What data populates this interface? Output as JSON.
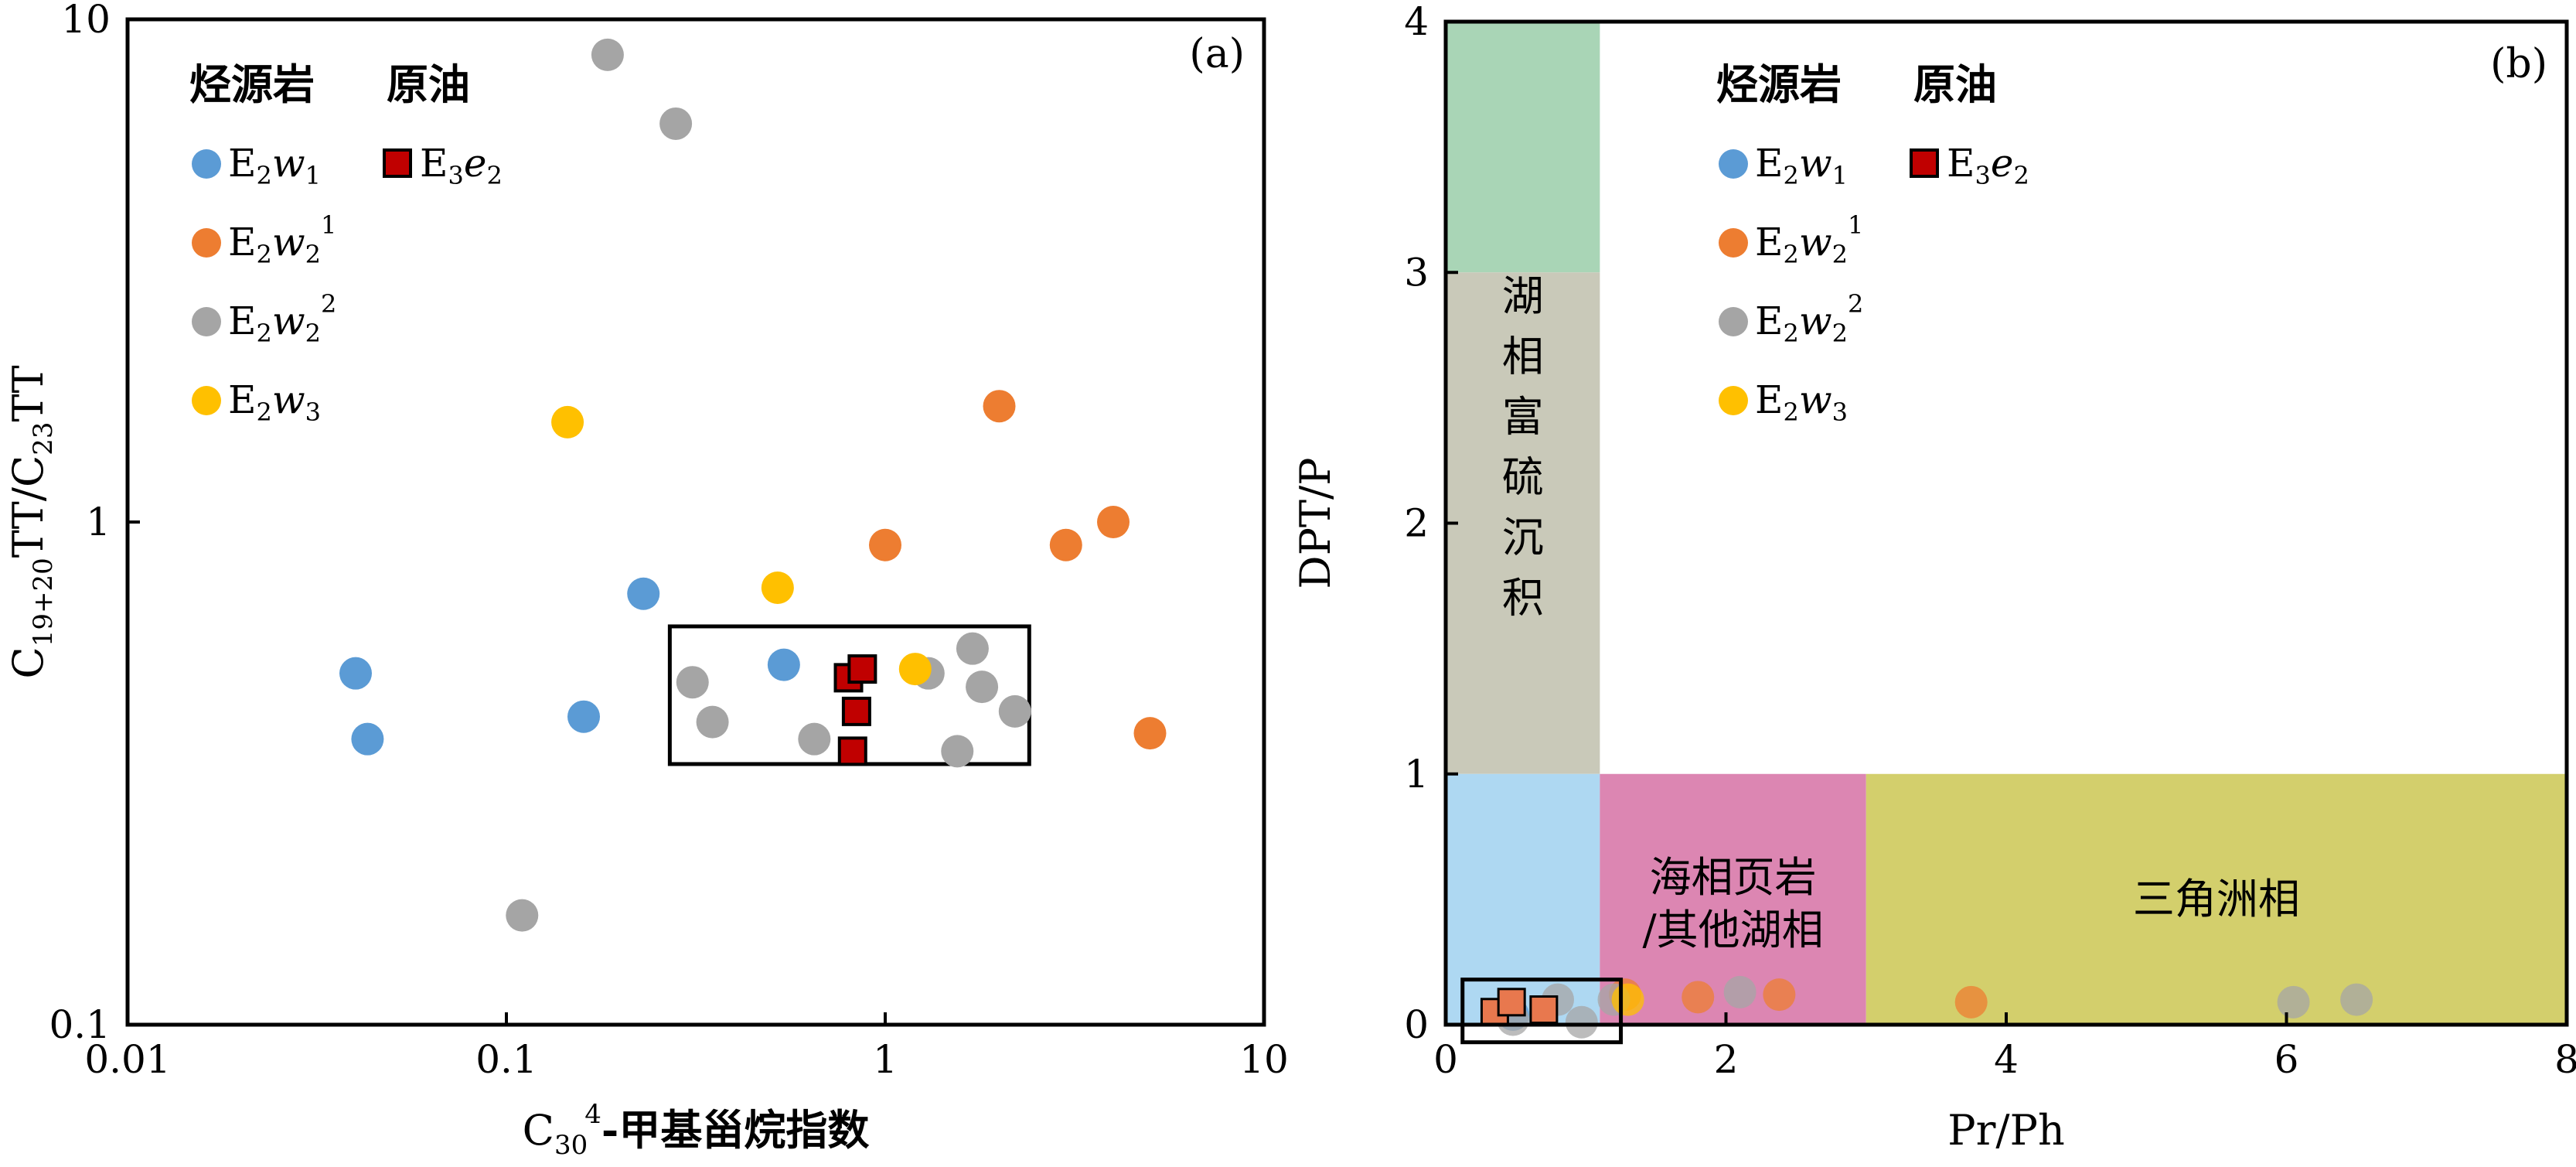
{
  "colors": {
    "E2w1": "#5b9bd5",
    "E2w2_1": "#ed7d31",
    "E2w2_2": "#a5a5a5",
    "E2w3": "#ffc000",
    "E3e2": "#c00000",
    "lacustrine_sulfur": "#c9c9b9",
    "top_zone": "#a9d5b6",
    "low_zone": "#aed8f2",
    "marine": "#dc86b2",
    "delta": "#d3cf6c"
  },
  "legend": {
    "source_title": "烃源岩",
    "oil_title": "原油",
    "items": [
      {
        "key": "E2w1",
        "base": "E",
        "sub1": "2",
        "ital": "w",
        "sub2": "1",
        "sup": ""
      },
      {
        "key": "E2w2_1",
        "base": "E",
        "sub1": "2",
        "ital": "w",
        "sub2": "2",
        "sup": "1"
      },
      {
        "key": "E2w2_2",
        "base": "E",
        "sub1": "2",
        "ital": "w",
        "sub2": "2",
        "sup": "2"
      },
      {
        "key": "E2w3",
        "base": "E",
        "sub1": "2",
        "ital": "w",
        "sub2": "3",
        "sup": ""
      }
    ],
    "oil_item": {
      "key": "E3e2",
      "base": "E",
      "sub1": "3",
      "ital": "e",
      "sub2": "2"
    }
  },
  "chart_data": [
    {
      "type": "scatter",
      "panel_label": "(a)",
      "xlabel": {
        "c": "C",
        "sub": "30",
        "sup": "4",
        "rest": "-甲基甾烷指数"
      },
      "ylabel": {
        "c1": "C",
        "sub1": "19+20",
        "mid": "TT/C",
        "sub2": "23",
        "end": "TT"
      },
      "xscale": "log",
      "yscale": "log",
      "xlim": [
        0.01,
        10
      ],
      "ylim": [
        0.1,
        10
      ],
      "xticks": [
        "0.01",
        "0.1",
        "1",
        "10"
      ],
      "yticks": [
        "0.1",
        "1",
        "10"
      ],
      "grid": false,
      "legend_position": "top-left",
      "highlight_box": {
        "x": [
          0.27,
          2.4
        ],
        "y": [
          0.33,
          0.62
        ]
      },
      "series": [
        {
          "key": "E2w1",
          "points": [
            [
              0.04,
              0.5
            ],
            [
              0.043,
              0.37
            ],
            [
              0.16,
              0.41
            ],
            [
              0.23,
              0.72
            ],
            [
              0.54,
              0.52
            ]
          ]
        },
        {
          "key": "E2w2_1",
          "points": [
            [
              2.0,
              1.7
            ],
            [
              1.0,
              0.9
            ],
            [
              3.0,
              0.9
            ],
            [
              4.0,
              1.0
            ],
            [
              5.0,
              0.38
            ]
          ]
        },
        {
          "key": "E2w2_2",
          "points": [
            [
              0.185,
              8.5
            ],
            [
              0.28,
              6.2
            ],
            [
              0.11,
              0.165
            ],
            [
              0.31,
              0.48
            ],
            [
              0.35,
              0.4
            ],
            [
              0.65,
              0.37
            ],
            [
              1.3,
              0.5
            ],
            [
              1.7,
              0.56
            ],
            [
              1.8,
              0.47
            ],
            [
              2.2,
              0.42
            ],
            [
              1.55,
              0.35
            ]
          ]
        },
        {
          "key": "E2w3",
          "points": [
            [
              0.145,
              1.58
            ],
            [
              0.52,
              0.74
            ],
            [
              1.2,
              0.51
            ]
          ]
        },
        {
          "key": "E3e2",
          "points": [
            [
              0.8,
              0.49
            ],
            [
              0.87,
              0.51
            ],
            [
              0.84,
              0.42
            ],
            [
              0.82,
              0.35
            ]
          ]
        }
      ]
    },
    {
      "type": "scatter",
      "panel_label": "(b)",
      "xlabel": "Pr/Ph",
      "ylabel": "DPT/P",
      "xlim": [
        0,
        8
      ],
      "ylim": [
        0,
        4
      ],
      "xticks": [
        "0",
        "2",
        "4",
        "6",
        "8"
      ],
      "yticks": [
        "0",
        "1",
        "2",
        "3",
        "4"
      ],
      "grid": false,
      "legend_position": "top-center",
      "highlight_box": {
        "x": [
          0.12,
          1.25
        ],
        "y": [
          -0.07,
          0.18
        ]
      },
      "regions": [
        {
          "key": "top_zone",
          "x": [
            0,
            1.1
          ],
          "y": [
            3,
            4
          ],
          "label": ""
        },
        {
          "key": "lacustrine_sulfur",
          "x": [
            0,
            1.1
          ],
          "y": [
            1,
            3
          ],
          "label": "湖相富硫沉积"
        },
        {
          "key": "low_zone",
          "x": [
            0,
            1.1
          ],
          "y": [
            0,
            1
          ],
          "label": ""
        },
        {
          "key": "marine",
          "x": [
            1.1,
            3.0
          ],
          "y": [
            0,
            1
          ],
          "label_lines": [
            "海相页岩",
            "/其他湖相"
          ]
        },
        {
          "key": "delta",
          "x": [
            3.0,
            8.0
          ],
          "y": [
            0,
            1
          ],
          "label": "三角洲相"
        }
      ],
      "series": [
        {
          "key": "E2w1",
          "points": [
            [
              0.48,
              0.04
            ]
          ]
        },
        {
          "key": "E2w2_1",
          "points": [
            [
              1.28,
              0.12
            ],
            [
              1.8,
              0.11
            ],
            [
              2.38,
              0.12
            ],
            [
              3.75,
              0.09
            ]
          ]
        },
        {
          "key": "E2w2_2",
          "points": [
            [
              0.48,
              0.02
            ],
            [
              0.8,
              0.1
            ],
            [
              0.97,
              0.01
            ],
            [
              1.2,
              0.1
            ],
            [
              2.1,
              0.13
            ],
            [
              6.05,
              0.09
            ],
            [
              6.5,
              0.1
            ]
          ]
        },
        {
          "key": "E2w3",
          "points": [
            [
              1.3,
              0.1
            ]
          ]
        },
        {
          "key": "E3e2",
          "points": [
            [
              0.35,
              0.05
            ],
            [
              0.47,
              0.09
            ],
            [
              0.7,
              0.06
            ]
          ]
        }
      ]
    }
  ]
}
